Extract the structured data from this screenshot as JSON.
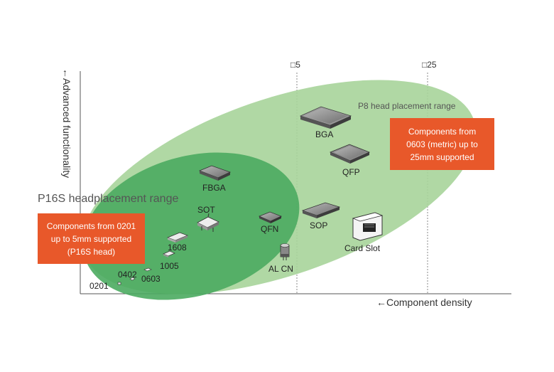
{
  "axes": {
    "x_label": "Component density",
    "y_label": "Advanced functionality",
    "markers": [
      "□5",
      "□25"
    ]
  },
  "ranges": {
    "p8": {
      "label": "P8 head placement range",
      "color": "#a7d49a"
    },
    "p16s": {
      "label": "P16S headplacement range",
      "color": "#4bab61"
    }
  },
  "callouts": {
    "p8": "Components from\n0603 (metric) up to\n25mm supported",
    "p16s": "Components from 0201\nup to 5mm supported\n(P16S head)",
    "color": "#e8582a"
  },
  "components": [
    {
      "label": "0201",
      "icon": "chip-resistor-icon"
    },
    {
      "label": "0402",
      "icon": "chip-resistor-icon"
    },
    {
      "label": "0603",
      "icon": "chip-resistor-icon"
    },
    {
      "label": "1005",
      "icon": "chip-resistor-icon"
    },
    {
      "label": "1608",
      "icon": "chip-resistor-icon"
    },
    {
      "label": "SOT",
      "icon": "sot-package-icon"
    },
    {
      "label": "FBGA",
      "icon": "fbga-package-icon"
    },
    {
      "label": "QFN",
      "icon": "qfn-package-icon"
    },
    {
      "label": "AL CN",
      "icon": "capacitor-icon"
    },
    {
      "label": "SOP",
      "icon": "sop-package-icon"
    },
    {
      "label": "BGA",
      "icon": "bga-package-icon"
    },
    {
      "label": "QFP",
      "icon": "qfp-package-icon"
    },
    {
      "label": "Card Slot",
      "icon": "card-slot-icon"
    }
  ]
}
